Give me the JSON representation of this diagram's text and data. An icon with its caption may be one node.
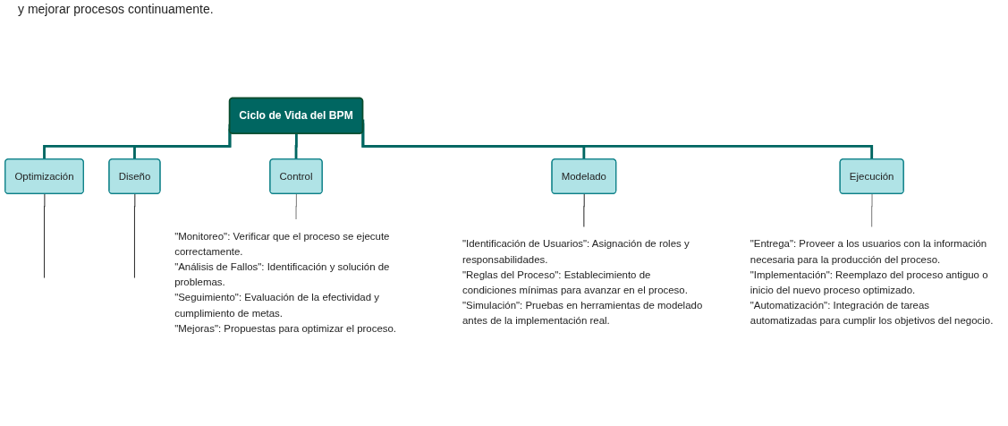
{
  "diagram": {
    "nodes": [
      {
        "text": [
          "Ciclo de Vida del BPM"
        ]
      },
      {
        "text": [
          "Optimización"
        ]
      },
      {
        "text": [
          "Diseño"
        ]
      },
      {
        "text": [
          "Control"
        ]
      },
      {
        "text": [
          "Modelado"
        ]
      },
      {
        "text": [
          "Ejecución"
        ]
      },
      {
        "text": [
          "\"Monitoreo\": Verificar que el proceso se ejecute correctamente.",
          "\"Análisis de Fallos\": Identificación y solución de problemas.",
          "\"Seguimiento\": Evaluación de la efectividad y cumplimiento de metas.",
          "\"Mejoras\": Propuestas para optimizar el proceso."
        ]
      },
      {
        "text": [
          "\"Identificación de Usuarios\": Asignación de roles y responsabilidades.",
          "\"Reglas del Proceso\": Establecimiento de condiciones mínimas para avanzar en el proceso.",
          "\"Simulación\": Pruebas en herramientas de modelado antes de la implementación real."
        ]
      },
      {
        "text": [
          "\"Entrega\": Proveer a los usuarios con la información necesaria para la producción del proceso.",
          "\"Implementación\": Reemplazo del proceso antiguo o inicio del nuevo proceso optimizado.",
          "\"Automatización\": Integración de tareas automatizadas para cumplir los objetivos del negocio."
        ]
      }
    ],
    "edges": [
      {
        "from": 0,
        "to": 1,
        "arrow": "none",
        "style": "thick",
        "color": "#006661"
      },
      {
        "from": 0,
        "to": 2,
        "arrow": "none",
        "style": "thick",
        "color": "#006661"
      },
      {
        "from": 0,
        "to": 3,
        "arrow": "none",
        "style": "thick",
        "color": "#006661"
      },
      {
        "from": 0,
        "to": 4,
        "arrow": "none",
        "style": "thick",
        "color": "#006661"
      },
      {
        "from": 0,
        "to": 5,
        "arrow": "none",
        "style": "thick",
        "color": "#006661"
      },
      {
        "from": 3,
        "to": 6,
        "arrow": "none",
        "color": "#808080"
      },
      {
        "from": 4,
        "to": 7,
        "arrow": "none",
        "color": "#333333"
      },
      {
        "from": 5,
        "to": 8,
        "arrow": "none",
        "color": "#808080"
      },
      {
        "from": 1,
        "to": null,
        "arrow": "none",
        "color": "#333333"
      },
      {
        "from": 2,
        "to": null,
        "arrow": "none",
        "color": "#333333"
      }
    ],
    "labels": [
      "y mejorar procesos continuamente."
    ]
  }
}
